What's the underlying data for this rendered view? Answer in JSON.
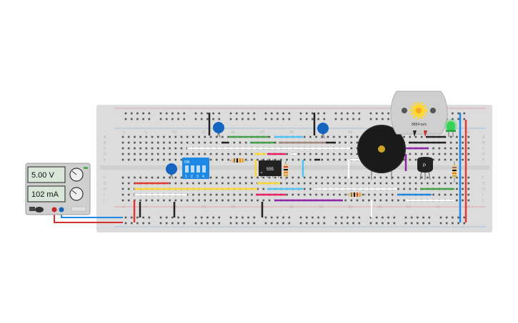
{
  "power_supply": {
    "voltage": "5.00 V",
    "current": "102 mA"
  },
  "breadboard": {
    "columns_top": [
      "1",
      "5",
      "10",
      "15",
      "20",
      "25",
      "30",
      "35",
      "40",
      "45",
      "50",
      "55",
      "60"
    ],
    "rows_top": [
      "A",
      "B",
      "C",
      "D",
      "E"
    ],
    "rows_bottom": [
      "F",
      "G",
      "H",
      "I",
      "J"
    ]
  },
  "components": {
    "timer_ic": "555",
    "dip_switch": {
      "on_label": "ON",
      "numbers": [
        "1",
        "2",
        "3",
        "4"
      ]
    },
    "transistor": "P",
    "motor_rpm": "8884 rpm"
  },
  "colors": {
    "breadboard": "#d9d9d9",
    "rail_red": "#e53935",
    "rail_blue": "#1e88e5",
    "capacitor": "#1565c0",
    "led": "#39d353",
    "buzzer": "#1a1a1a"
  }
}
